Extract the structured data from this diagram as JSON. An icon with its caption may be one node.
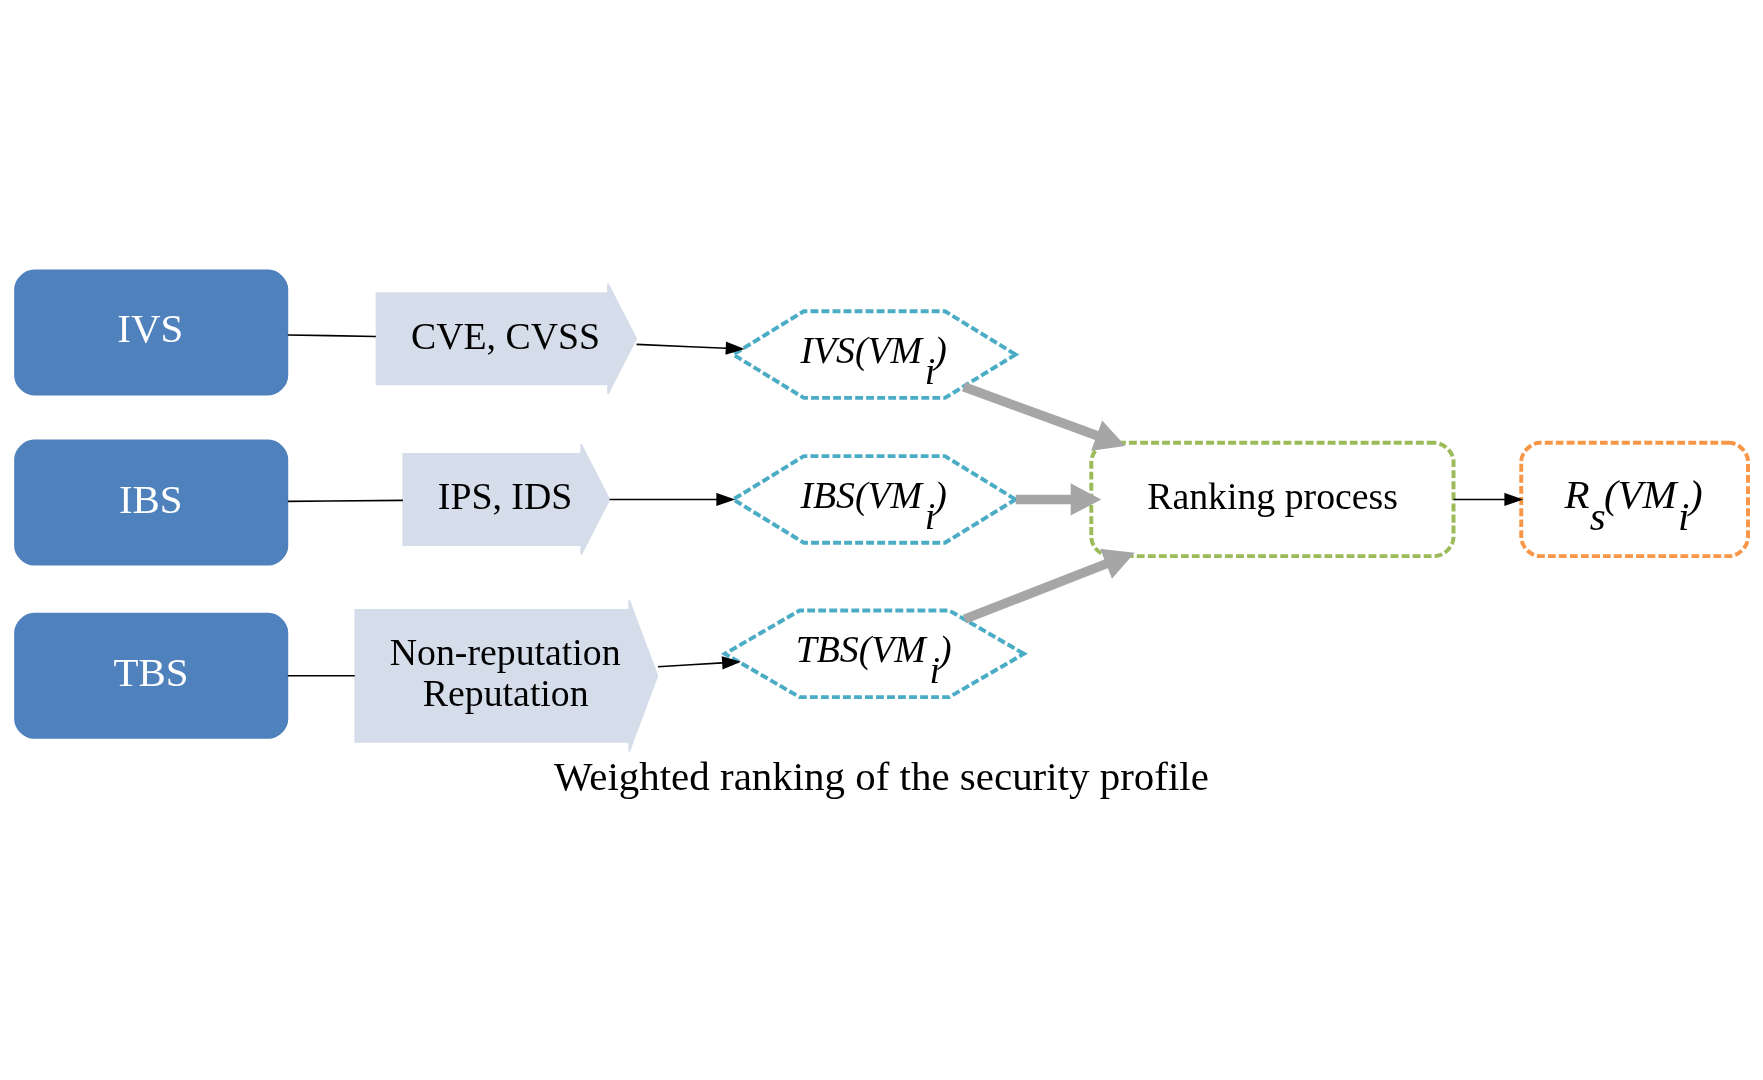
{
  "diagram": {
    "caption": "Weighted ranking of the security profile",
    "nodes": [
      {
        "text": [
          "IVS"
        ]
      },
      {
        "text": [
          "IBS"
        ]
      },
      {
        "text": [
          "TBS"
        ]
      },
      {
        "text": [
          "CVE, CVSS"
        ]
      },
      {
        "text": [
          "IPS, IDS"
        ]
      },
      {
        "text": [
          "Non-reputation",
          "Reputation"
        ]
      },
      {
        "text": [
          "IVS(VM$_{i}$)"
        ]
      },
      {
        "text": [
          "IBS(VM$_{i}$)"
        ]
      },
      {
        "text": [
          "TBS(VM$_{i}$)"
        ]
      },
      {
        "text": [
          "Ranking process"
        ]
      },
      {
        "text": [
          "R$_{s}$(VM$_{i}$)"
        ]
      }
    ],
    "edges": [
      {
        "from": 0,
        "to": 3,
        "arrow": "none"
      },
      {
        "from": 1,
        "to": 4,
        "arrow": "none"
      },
      {
        "from": 2,
        "to": 5,
        "arrow": "none"
      },
      {
        "from": 3,
        "to": 6,
        "arrow": "to"
      },
      {
        "from": 4,
        "to": 7,
        "arrow": "to"
      },
      {
        "from": 5,
        "to": 8,
        "arrow": "to"
      },
      {
        "from": 6,
        "to": 9,
        "arrow": "to",
        "style": "thick",
        "color": "#a6a6a6"
      },
      {
        "from": 7,
        "to": 9,
        "arrow": "to",
        "style": "thick",
        "color": "#a6a6a6"
      },
      {
        "from": 8,
        "to": 9,
        "arrow": "to",
        "style": "thick",
        "color": "#a6a6a6"
      },
      {
        "from": 9,
        "to": 10,
        "arrow": "to"
      }
    ]
  }
}
